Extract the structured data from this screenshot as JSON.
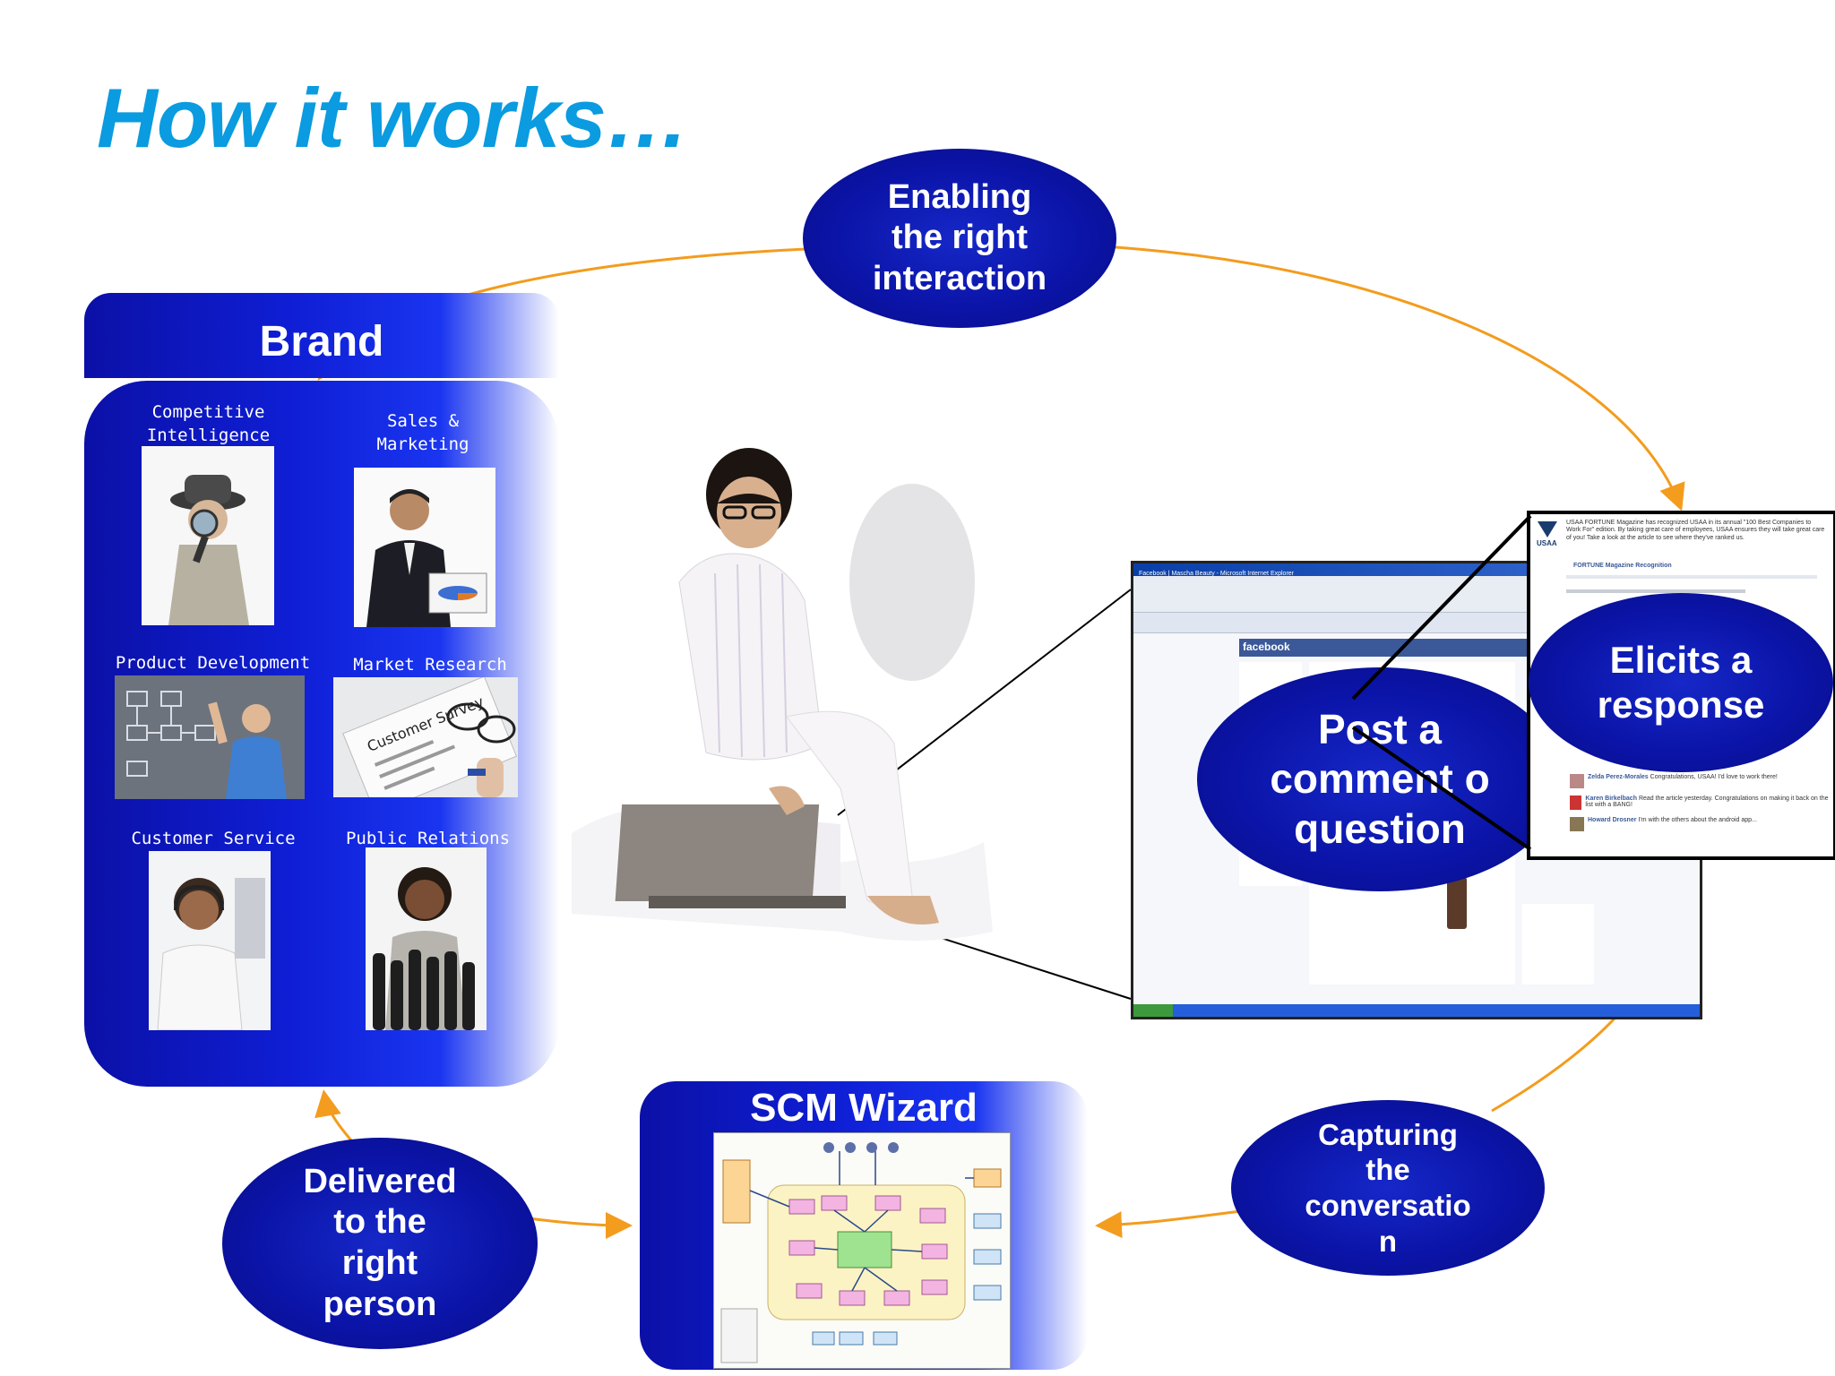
{
  "slide": {
    "title": "How it works…"
  },
  "brand": {
    "header": "Brand",
    "items": [
      {
        "label": "Competitive\nIntelligence",
        "image": "detective-photo"
      },
      {
        "label": "Sales &\nMarketing",
        "image": "businessman-chart-photo"
      },
      {
        "label": "Product Development",
        "image": "engineer-whiteboard-photo"
      },
      {
        "label": "Market Research",
        "image": "customer-survey-photo"
      },
      {
        "label": "Customer Service",
        "image": "call-center-agent-photo"
      },
      {
        "label": "Public Relations",
        "image": "press-microphones-photo"
      }
    ]
  },
  "ovals": {
    "enabling": "Enabling\nthe right\ninteraction",
    "post": "Post a\ncomment o\nquestion",
    "elicits": "Elicits a\nresponse",
    "capturing": "Capturing\nthe\nconversatio\nn",
    "delivered": "Delivered\nto the\nright\nperson"
  },
  "scm": {
    "title": "SCM Wizard"
  },
  "screens": {
    "facebook_window_title": "Facebook | Mascha Beauty - Microsoft Internet Explorer",
    "facebook_logo": "facebook",
    "usaa_logo": "USAA",
    "usaa_post": "USAA FORTUNE Magazine has recognized USAA in its annual \"100 Best Companies to Work For\" edition. By taking great care of employees, USAA ensures they will take great care of you! Take a look at the article to see where they've ranked us.",
    "usaa_link": "FORTUNE Magazine Recognition",
    "comments": [
      {
        "name": "Zelda Perez-Morales",
        "text": "Congratulations, USAA! I'd love to work there!"
      },
      {
        "name": "Karen Birkelbach",
        "text": "Read the article yesterday. Congratulations on making it back on the list with a BANG!"
      },
      {
        "name": "Howard Drosner",
        "text": "I'm with the others about the android app..."
      }
    ]
  },
  "colors": {
    "title": "#0a9be0",
    "oval_fill": "#0b14a8",
    "arrow": "#f39c1e"
  }
}
